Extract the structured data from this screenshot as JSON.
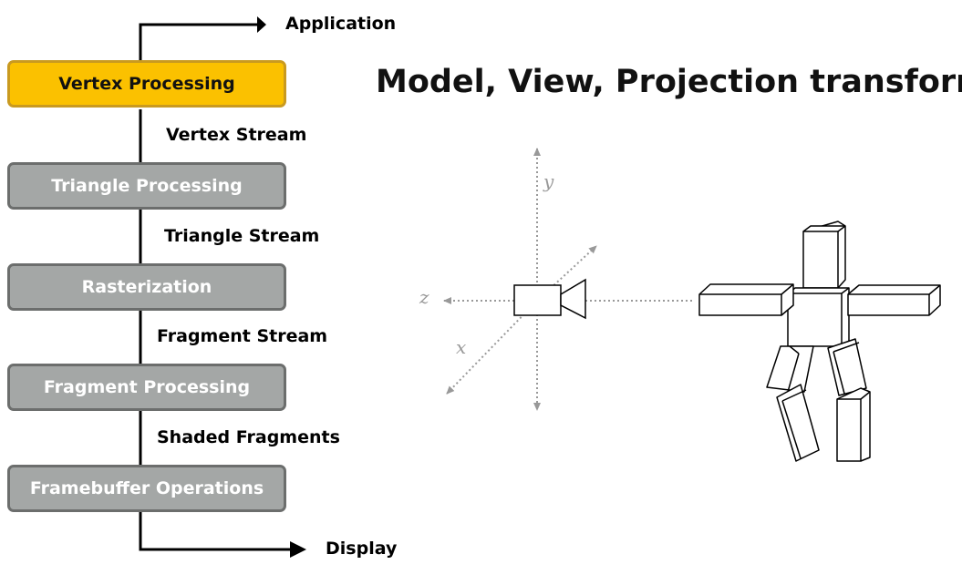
{
  "title": "Model, View, Projection transforms",
  "pipeline": {
    "input": "Application",
    "output": "Display",
    "stages": [
      {
        "label": "Vertex Processing"
      },
      {
        "label": "Triangle Processing"
      },
      {
        "label": "Rasterization"
      },
      {
        "label": "Fragment Processing"
      },
      {
        "label": "Framebuffer Operations"
      }
    ],
    "streams": [
      {
        "label": "Vertex Stream"
      },
      {
        "label": "Triangle Stream"
      },
      {
        "label": "Fragment Stream"
      },
      {
        "label": "Shaded Fragments"
      }
    ]
  },
  "scene": {
    "axes": {
      "x": "x",
      "y": "y",
      "z": "z"
    }
  },
  "colors": {
    "active_stage": "#fbc100",
    "inactive_stage": "#a4a7a6",
    "axis": "#999999"
  }
}
